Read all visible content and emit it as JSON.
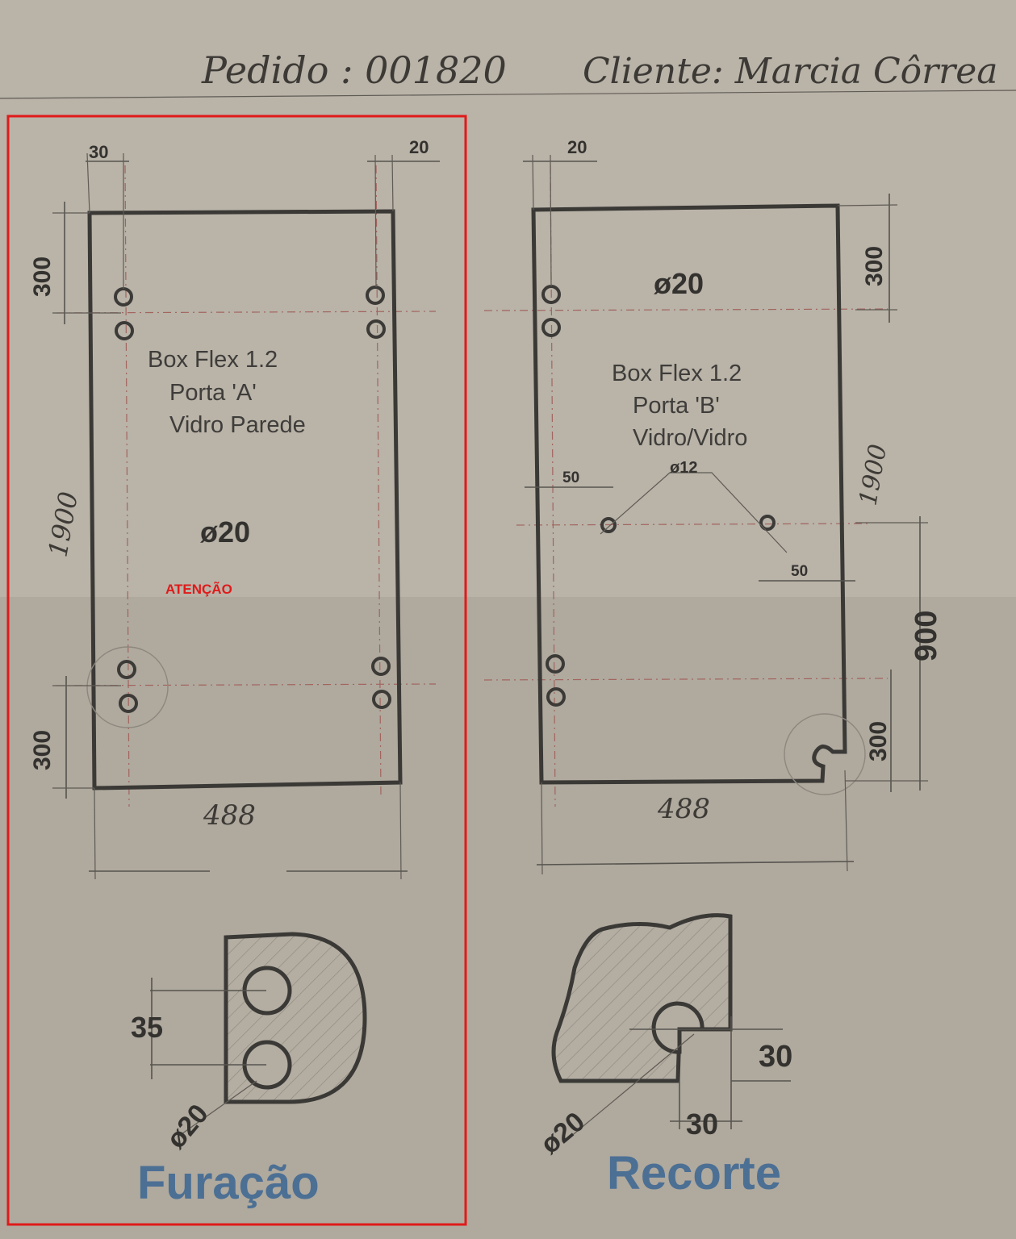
{
  "header": {
    "order_label": "Pedido : 001820",
    "client_label": "Cliente: Marcia Côrrea"
  },
  "panel_a": {
    "name": "Box Flex 1.2",
    "door": "Porta 'A'",
    "type": "Vidro Parede",
    "hole_diameter": "ø20",
    "dim_left_offset": "30",
    "dim_right_offset": "20",
    "dim_top": "300",
    "dim_bottom": "300",
    "dim_height": "1900",
    "dim_width": "488",
    "warning": "ATENÇÃO"
  },
  "panel_b": {
    "name": "Box Flex 1.2",
    "door": "Porta 'B'",
    "type": "Vidro/Vidro",
    "hole_diameter": "ø20",
    "dim_left_offset": "20",
    "dim_top": "300",
    "dim_bottom": "300",
    "dim_height": "1900",
    "dim_width": "488",
    "handle_hole": "ø12",
    "dim_handle_left": "50",
    "dim_handle_right": "50",
    "dim_handle_height": "900"
  },
  "detail_drilling": {
    "title": "Furação",
    "spacing": "35",
    "diameter": "ø20"
  },
  "detail_cutout": {
    "title": "Recorte",
    "dim_a": "30",
    "dim_b": "30",
    "diameter": "ø20"
  },
  "colors": {
    "paper": "#b7b1a6",
    "ink": "#3b3936",
    "title_blue": "#4c6f94",
    "highlight_red": "#e01a1a"
  }
}
